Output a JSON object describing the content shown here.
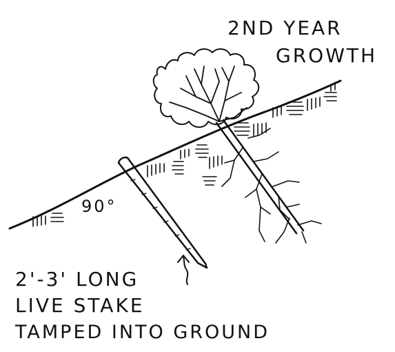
{
  "labels": {
    "growth_line1": "2ND YEAR",
    "growth_line2": "GROWTH",
    "angle": "90°",
    "stake_line1": "2'-3' LONG",
    "stake_line2": "LIVE STAKE",
    "stake_line3": "TAMPED INTO GROUND"
  },
  "colors": {
    "ink": "#111111",
    "paper": "#ffffff"
  }
}
